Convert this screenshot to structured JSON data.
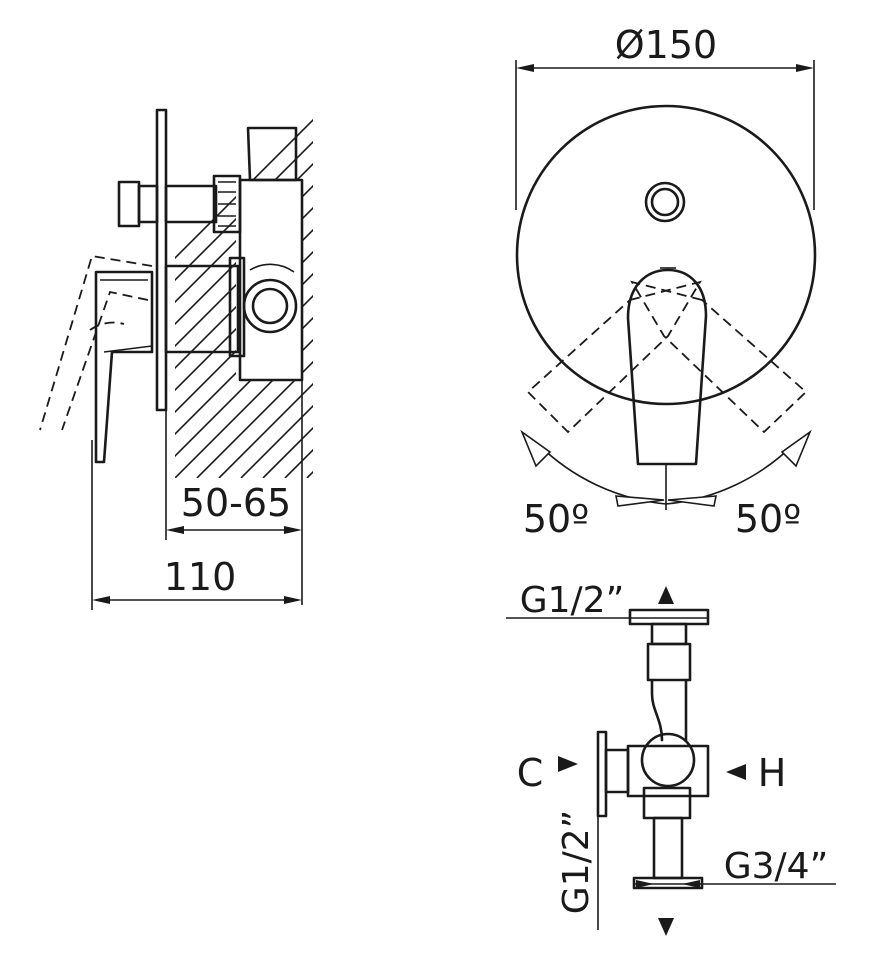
{
  "side_view": {
    "dim_wall_depth": "50-65",
    "dim_total_depth": "110"
  },
  "front_view": {
    "dim_diameter": "Ø150",
    "angle_left": "50º",
    "angle_right": "50º"
  },
  "connection_view": {
    "top_thread": "G1/2”",
    "side_thread": "G1/2”",
    "outlet_thread": "G3/4”",
    "cold_label": "C",
    "hot_label": "H"
  }
}
